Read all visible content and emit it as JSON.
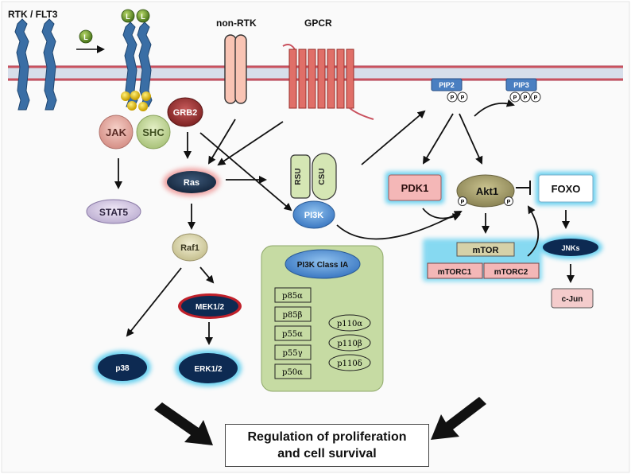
{
  "receptors": {
    "rtk_flt3": "RTK / FLT3",
    "non_rtk": "non-RTK",
    "gpcr": "GPCR",
    "ligand": "L"
  },
  "membrane_lipids": {
    "pip2": "PIP2",
    "pip3": "PIP3",
    "phosphate": "P"
  },
  "proteins": {
    "jak": "JAK",
    "shc": "SHC",
    "grb2": "GRB2",
    "stat5": "STAT5",
    "ras": "Ras",
    "raf1": "Raf1",
    "mek": "MEK1/2",
    "erk": "ERK1/2",
    "p38": "p38",
    "rsu": "RSU",
    "csu": "CSU",
    "pi3k": "PI3K",
    "pdk1": "PDK1",
    "akt1": "Akt1",
    "foxo": "FOXO",
    "mtor": "mTOR",
    "mtorc1": "mTORC1",
    "mtorc2": "mTORC2",
    "jnks": "JNKs",
    "cjun": "c-Jun"
  },
  "pi3k_class": {
    "title": "PI3K Class IA",
    "regulatory": [
      "p85α",
      "p85β",
      "p55α",
      "p55γ",
      "p50α"
    ],
    "catalytic": [
      "p110α",
      "p110β",
      "p110δ"
    ]
  },
  "outcome": {
    "line1": "Regulation of proliferation",
    "line2": "and cell survival"
  },
  "colors": {
    "membrane": "#c9515e",
    "receptor": "#3a6ea5",
    "pi3k_panel": "#c6dba3",
    "dark_node": "#0d2a52",
    "glow": "#6ad1f0"
  }
}
